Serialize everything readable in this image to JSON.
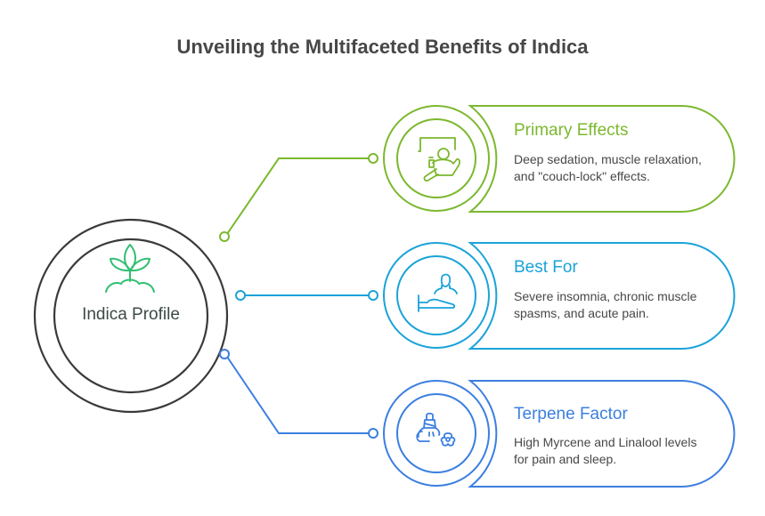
{
  "title": "Unveiling the Multifaceted Benefits of Indica",
  "center": {
    "label": "Indica Profile",
    "icon": "cannabis-leaf-icon",
    "stroke_color": "#3a3a3a",
    "icon_color": "#2fbf71"
  },
  "cards": [
    {
      "title": "Primary Effects",
      "body": "Deep sedation, muscle relaxation, and \"couch-lock\" effects.",
      "icon": "person-relaxing-in-chair-icon",
      "color": "#7cb82f"
    },
    {
      "title": "Best For",
      "body": "Severe insomnia, chronic muscle spasms, and acute pain.",
      "icon": "person-in-bed-icon",
      "color": "#1aa3d9"
    },
    {
      "title": "Terpene Factor",
      "body": "High Myrcene and Linalool levels for pain and sleep.",
      "icon": "essential-oil-flower-icon",
      "color": "#3b7fe0"
    }
  ]
}
